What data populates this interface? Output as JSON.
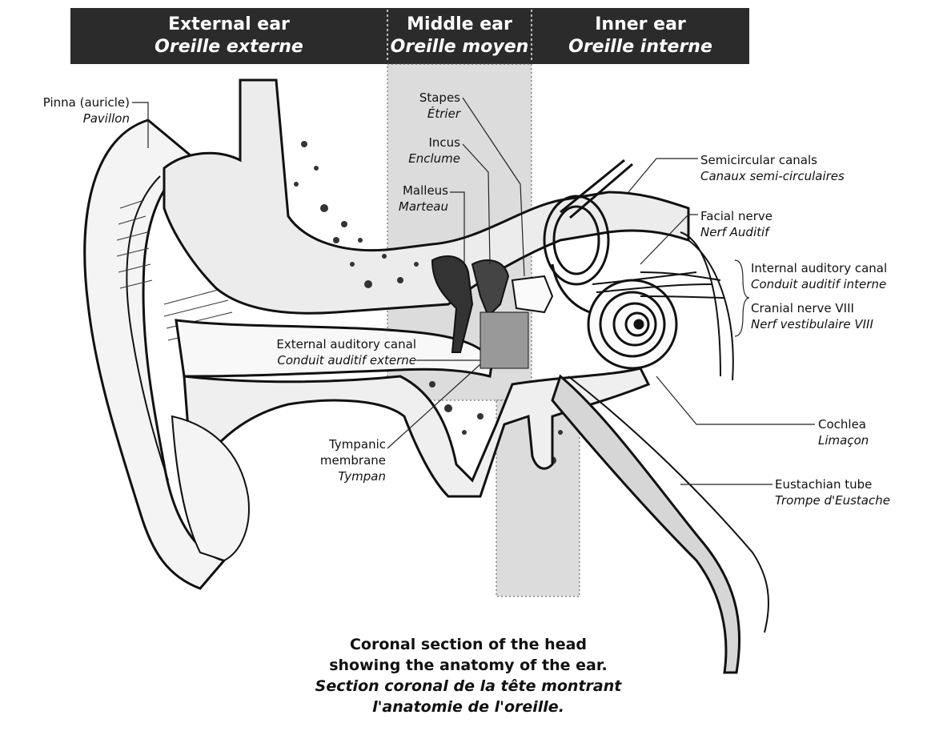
{
  "header": {
    "external": {
      "en": "External ear",
      "fr": "Oreille externe"
    },
    "middle": {
      "en": "Middle ear",
      "fr": "Oreille moyen"
    },
    "inner": {
      "en": "Inner ear",
      "fr": "Oreille interne"
    }
  },
  "labels": {
    "pinna": {
      "en": "Pinna (auricle)",
      "fr": "Pavillon"
    },
    "stapes": {
      "en": "Stapes",
      "fr": "Étrier"
    },
    "incus": {
      "en": "Incus",
      "fr": "Enclume"
    },
    "malleus": {
      "en": "Malleus",
      "fr": "Marteau"
    },
    "eac": {
      "en": "External auditory canal",
      "fr": "Conduit auditif externe"
    },
    "tympanic": {
      "en1": "Tympanic",
      "en2": "membrane",
      "fr": "Tympan"
    },
    "semi": {
      "en": "Semicircular canals",
      "fr": "Canaux semi-circulaires"
    },
    "facial": {
      "en": "Facial nerve",
      "fr": "Nerf Auditif"
    },
    "iac": {
      "en": "Internal auditory canal",
      "fr": "Conduit auditif interne"
    },
    "cranial": {
      "en": "Cranial nerve VIII",
      "fr": "Nerf vestibulaire VIII"
    },
    "cochlea": {
      "en": "Cochlea",
      "fr": "Limaçon"
    },
    "eustachian": {
      "en": "Eustachian tube",
      "fr": "Trompe d'Eustache"
    }
  },
  "caption": {
    "en1": "Coronal section of the head",
    "en2": "showing the anatomy of the ear.",
    "fr1": "Section coronal de la tête montrant",
    "fr2": "l'anatomie de l'oreille."
  },
  "colors": {
    "header_bg": "#2b2b2b",
    "middle_band": "#dcdcdc",
    "ink": "#111111"
  }
}
